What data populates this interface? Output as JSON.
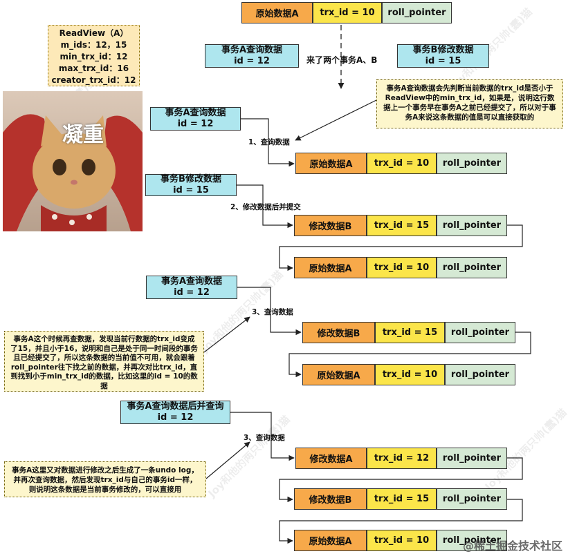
{
  "labels": {
    "orig": "原始数据A",
    "modB": "修改数据B",
    "modA": "修改数据A",
    "trx10": "trx_id = 10",
    "trx15": "trx_id = 15",
    "trx12": "trx_id = 12",
    "roll": "roll_pointer"
  },
  "readview": {
    "title": "ReadView（A）",
    "m_ids": "m_ids：12，15",
    "min_trx_id": "min_trx_id：12",
    "max_trx_id": "max_trx_id：16",
    "creator_trx_id": "creator_trx_id：12"
  },
  "top": {
    "queryA_line1": "事务A查询数据",
    "queryA_line2": "id = 12",
    "two_tx": "来了两个事务A、B",
    "modB_line1": "事务B修改数据",
    "modB_line2": "id = 15"
  },
  "image": {
    "caption": "凝重"
  },
  "note1": "事务A查询数据会先判断当前数据的trx_id是否小于ReadView中的min_trx_id，如果是，说明这行数据上一个事务早在事务A之前已经提交了，所以对于事务A来说这条数据的值是可以直接获取的",
  "step1": {
    "q1": "事务A查询数据",
    "q2": "id = 12",
    "label": "1、查询数据"
  },
  "step2": {
    "q1": "事务B修改数据",
    "q2": "id = 15",
    "label": "2、修改数据后并提交"
  },
  "step3": {
    "q1": "事务A查询数据",
    "q2": "id = 12",
    "label": "3、查询数据"
  },
  "note2": "事务A这个时候再查数据，发现当前行数据的trx_id变成了15，并且小于16，说明和自己是处于同一时间段的事务且已经提交了，所以这条数据的当前值不可用，就会跟着roll_pointer往下找之前的数据，并再次对比trx_id，直到找到小于min_trx_id的数据，比如这里的id = 10的数据",
  "step4": {
    "q1": "事务A查询数据后并查询",
    "q2": "id = 12",
    "label": "3、查询数据"
  },
  "note3": "事务A这里又对数据进行修改之后生成了一条undo log，并再次查询数据，然后发现trx_id与自己的事务id一样，则说明这条数据是当前事务修改的，可以直接用",
  "watermark": "Joy和他的两只帅(蠢)猫",
  "footer": "@稀土掘金技术社区"
}
